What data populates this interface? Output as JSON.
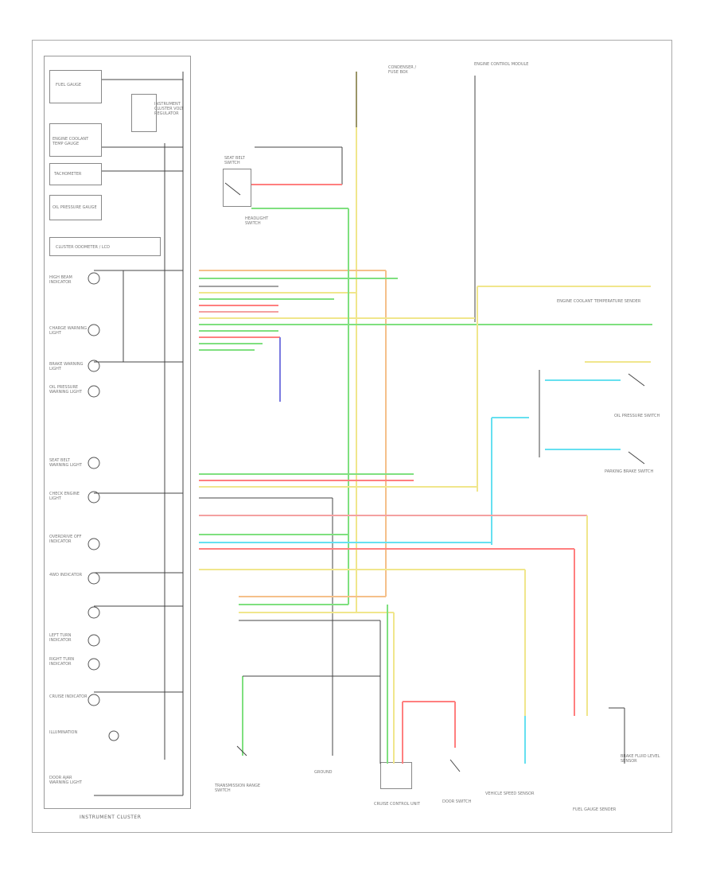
{
  "diagram": {
    "cluster_title": "INSTRUMENT CLUSTER",
    "footer": "",
    "cluster_items": [
      {
        "label": "FUEL GAUGE"
      },
      {
        "label": "ENGINE COOLANT TEMP GAUGE"
      },
      {
        "label": "TACHOMETER"
      },
      {
        "label": "OIL PRESSURE GAUGE"
      },
      {
        "label": "CLUSTER ODOMETER / LCD"
      },
      {
        "label": "HIGH BEAM INDICATOR"
      },
      {
        "label": "CHARGE WARNING LIGHT"
      },
      {
        "label": "BRAKE WARNING LIGHT"
      },
      {
        "label": "OIL PRESSURE WARNING LIGHT"
      },
      {
        "label": "SEAT BELT WARNING LIGHT"
      },
      {
        "label": "CHECK ENGINE LIGHT"
      },
      {
        "label": "OVERDRIVE OFF INDICATOR"
      },
      {
        "label": "4WD INDICATOR"
      },
      {
        "label": "LEFT TURN INDICATOR"
      },
      {
        "label": "RIGHT TURN INDICATOR"
      },
      {
        "label": "CRUISE INDICATOR"
      },
      {
        "label": "ILLUMINATION"
      },
      {
        "label": "DOOR AJAR WARNING LIGHT"
      }
    ],
    "components": [
      {
        "label": "INSTRUMENT CLUSTER VOLT REGULATOR"
      },
      {
        "label": "SEAT BELT SWITCH"
      },
      {
        "label": "CONDENSER / FUSE BOX"
      },
      {
        "label": "ENGINE CONTROL MODULE"
      },
      {
        "label": "HEADLIGHT SWITCH"
      },
      {
        "label": "ENGINE COOLANT TEMPERATURE SENDER"
      },
      {
        "label": "OIL PRESSURE SWITCH"
      },
      {
        "label": "PARKING BRAKE SWITCH"
      },
      {
        "label": "VEHICLE SPEED SENSOR"
      },
      {
        "label": "FUEL GAUGE SENDER"
      },
      {
        "label": "DOOR SWITCH"
      },
      {
        "label": "CRUISE CONTROL UNIT"
      },
      {
        "label": "GROUND"
      },
      {
        "label": "TRANSMISSION RANGE SWITCH"
      },
      {
        "label": "BRAKE FLUID LEVEL SENSOR"
      }
    ]
  },
  "colors": {
    "yellow": "#f0e68c",
    "green": "#7fe07f",
    "red": "#ff7f7f",
    "pink": "#f4a0a0",
    "cyan": "#66e0f0",
    "orange": "#f5c08a",
    "blue": "#7a7ae0",
    "dark": "#444444",
    "frame": "#aaaaaa"
  }
}
